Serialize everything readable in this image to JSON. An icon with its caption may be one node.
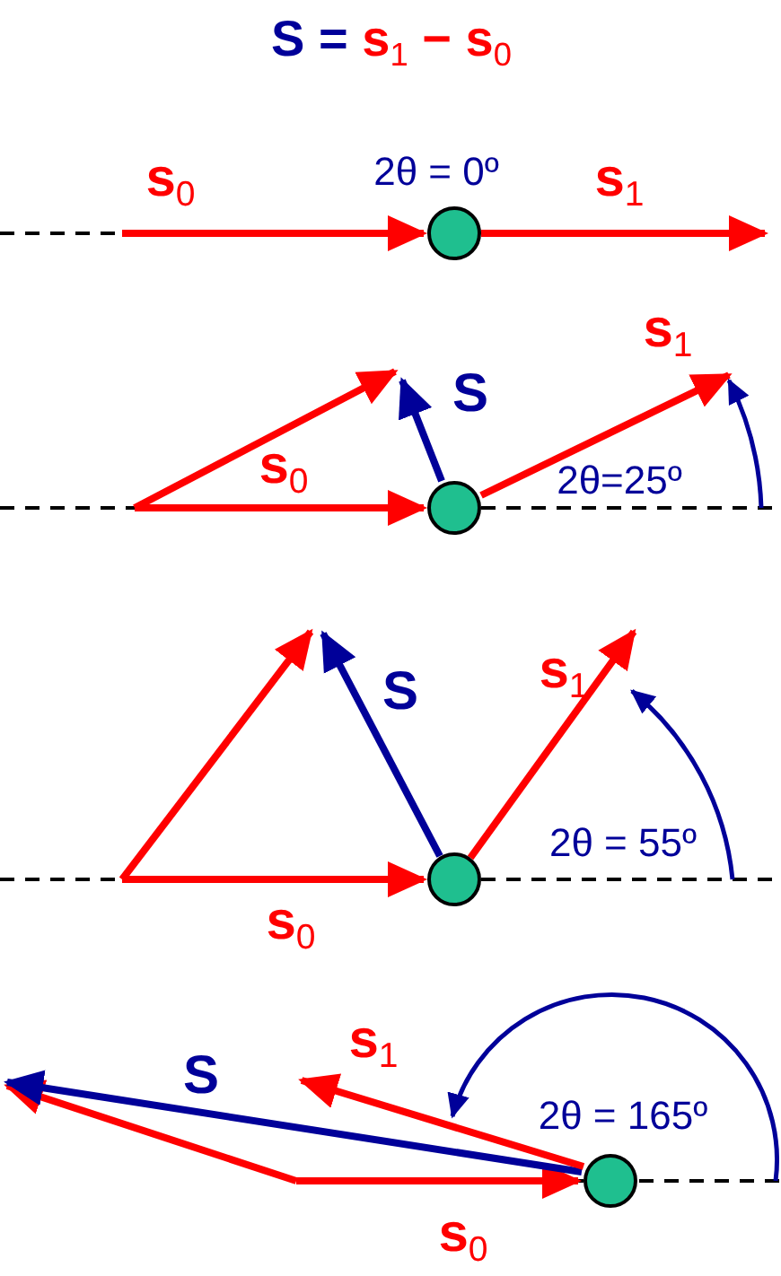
{
  "diagram": {
    "title": "S = s$_{1}$ − s$_{0}$",
    "labels": [
      "s$_{0}$",
      "2θ = 0º",
      "s$_{1}$",
      "s$_{1}$",
      "S",
      "s$_{0}$",
      "2θ=25º",
      "s$_{1}$",
      "S",
      "2θ = 55º",
      "s$_{0}$",
      "S",
      "s$_{1}$",
      "2θ = 165º",
      "s$_{0}$"
    ]
  }
}
